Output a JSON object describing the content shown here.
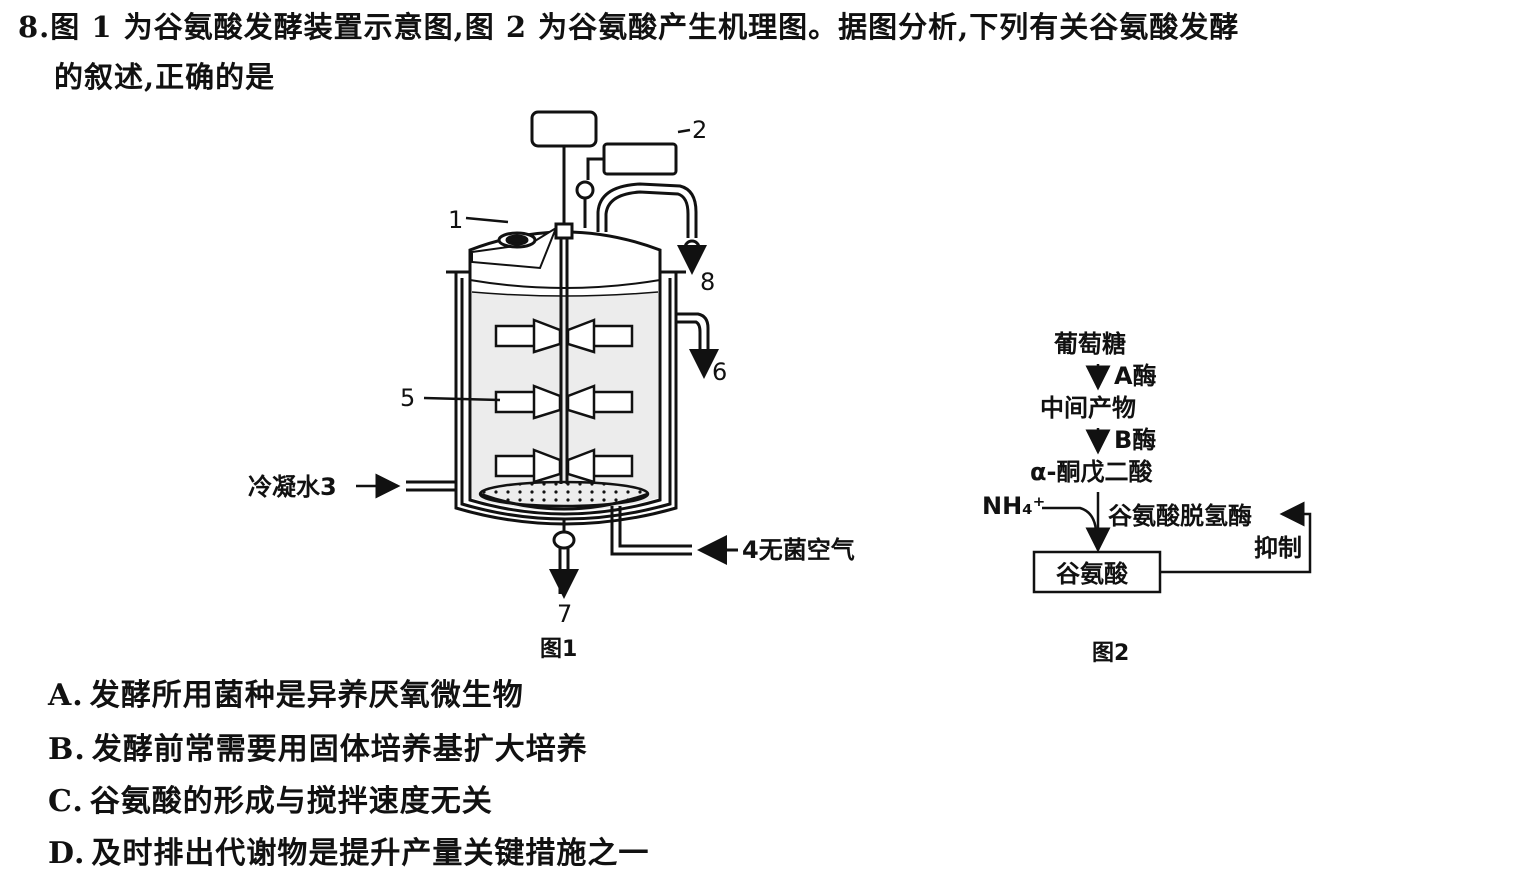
{
  "question": {
    "number": "8.",
    "stem_line1": "图 1 为谷氨酸发酵装置示意图,图 2 为谷氨酸产生机理图。据图分析,下列有关谷氨酸发酵",
    "stem_line2": "的叙述,正确的是"
  },
  "figure1": {
    "caption": "图1",
    "labels": {
      "l1": "1",
      "l2": "2",
      "l3": "冷凝水3",
      "l4": "4无菌空气",
      "l5": "5",
      "l6": "6",
      "l7": "7",
      "l8": "8"
    }
  },
  "figure2": {
    "caption": "图2",
    "glucose": "葡萄糖",
    "enzyme_a": "A酶",
    "intermediate": "中间产物",
    "enzyme_b": "B酶",
    "ketoglutarate": "α-酮戊二酸",
    "ammonium": "NH₄⁺",
    "dehydrogenase": "谷氨酸脱氢酶",
    "inhibition": "抑制",
    "glutamate": "谷氨酸"
  },
  "options": [
    {
      "label": "A.",
      "text": "发酵所用菌种是异养厌氧微生物"
    },
    {
      "label": "B.",
      "text": "发酵前常需要用固体培养基扩大培养"
    },
    {
      "label": "C.",
      "text": "谷氨酸的形成与搅拌速度无关"
    },
    {
      "label": "D.",
      "text": "及时排出代谢物是提升产量关键措施之一"
    }
  ]
}
